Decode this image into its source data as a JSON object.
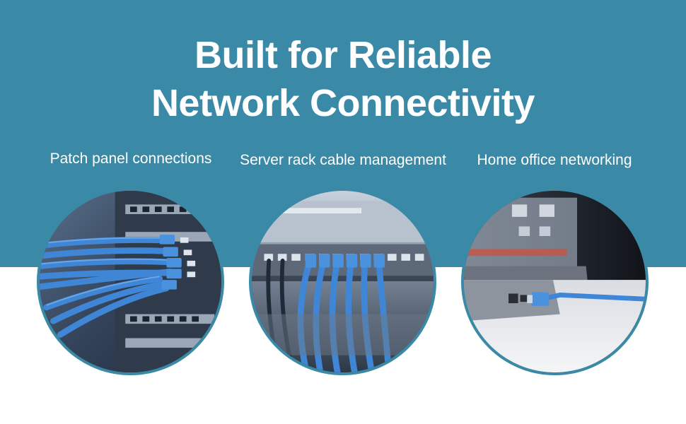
{
  "headline": {
    "line1": "Built for Reliable",
    "line2": "Network Connectivity"
  },
  "panels": [
    {
      "caption": "Patch panel connections",
      "image": "patch-panel-photo"
    },
    {
      "caption": "Server rack cable management",
      "image": "server-rack-photo"
    },
    {
      "caption": "Home office networking",
      "image": "laptop-ethernet-photo"
    }
  ],
  "colors": {
    "banner": "#3a89a6",
    "text": "#ffffff",
    "cable": "#3f86d6",
    "background": "#ffffff"
  }
}
